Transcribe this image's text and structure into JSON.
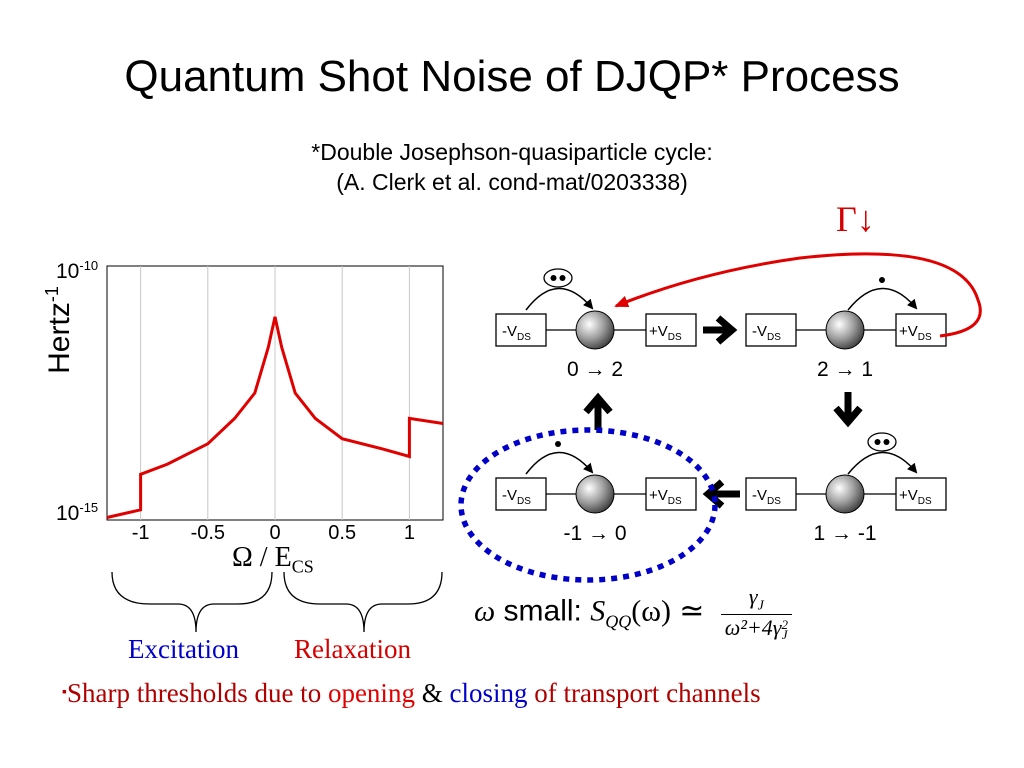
{
  "title": "Quantum Shot Noise of DJQP* Process",
  "subtitle": {
    "line1": "*Double Josephson-quasiparticle cycle:",
    "line2": "(A. Clerk et al. cond-mat/0203338)"
  },
  "gamma_label": "Γ↓",
  "chart_data": {
    "type": "line",
    "ylabel": "Hertz",
    "ylabel_sup": "-1",
    "xlabel": "Ω / E",
    "xlabel_sub": "CS",
    "xlim": [
      -1.25,
      1.25
    ],
    "ylim_exponent": [
      -15,
      -10
    ],
    "xticks": [
      "-1",
      "-0.5",
      "0",
      "0.5",
      "1"
    ],
    "ytick_top": {
      "base": "10",
      "exp": "-10"
    },
    "ytick_bottom": {
      "base": "10",
      "exp": "-15"
    },
    "grid": true,
    "series": [
      {
        "color": "#e00000",
        "x": [
          -1.25,
          -1.0,
          -1.0,
          -0.8,
          -0.5,
          -0.3,
          -0.15,
          -0.05,
          0.0,
          0.05,
          0.15,
          0.3,
          0.5,
          0.8,
          1.0,
          1.0,
          1.25
        ],
        "log10_y": [
          -14.95,
          -14.8,
          -14.1,
          -13.9,
          -13.5,
          -13.0,
          -12.5,
          -11.6,
          -11.0,
          -11.6,
          -12.5,
          -13.0,
          -13.4,
          -13.6,
          -13.75,
          -13.0,
          -13.1
        ]
      }
    ]
  },
  "brace_labels": {
    "excitation": "Excitation",
    "relaxation": "Relaxation"
  },
  "diagram": {
    "left_box": "-V",
    "right_box": "+V",
    "box_sub": "DS",
    "states": [
      {
        "from": "0",
        "to": "2",
        "dots": 2
      },
      {
        "from": "2",
        "to": "1",
        "dots": 1
      },
      {
        "from": "1",
        "to": "-1",
        "dots": 2
      },
      {
        "from": "-1",
        "to": "0",
        "dots": 1
      }
    ]
  },
  "formula": {
    "omega": "ω",
    "small": "small:",
    "lhs": "S",
    "lhs_sub": "QQ",
    "arg": "(ω)",
    "approx": "≃",
    "numerator": "γ",
    "numerator_sub": "J",
    "denominator": "ω²+4γ",
    "denominator_sup": "2",
    "denominator_sub": "J"
  },
  "bullet": {
    "mark": "▪",
    "part1": "Sharp thresholds due to ",
    "opening": "opening",
    "amp": " & ",
    "closing": "closing",
    "part2": " of transport channels"
  },
  "colors": {
    "red": "#e00000",
    "blue": "#0000c8",
    "dark_red": "#b00000"
  }
}
